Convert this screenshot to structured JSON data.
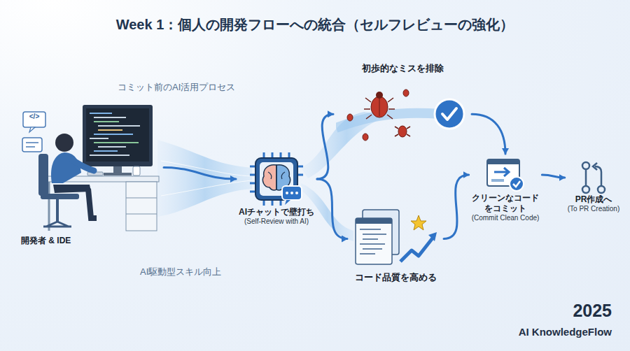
{
  "diagram": {
    "title": "Week 1：個人の開発フローへの統合（セルフレビューの強化）",
    "nodes": [
      {
        "text": [
          "開発者 & IDE"
        ]
      },
      {
        "text": [
          "AIチャットで壁打ち",
          "(Self-Review with AI)"
        ]
      },
      {
        "text": [
          "初歩的なミスを排除"
        ]
      },
      {
        "text": [
          "コード品質を高める"
        ]
      },
      {
        "text": [
          "クリーンなコード をコミット",
          "(Commit Clean Code)"
        ]
      },
      {
        "text": [
          "PR作成へ",
          "(To PR Creation)"
        ]
      }
    ],
    "edges": [
      {
        "from": 0,
        "to": 1,
        "arrow": "to"
      },
      {
        "from": 1,
        "to": 2,
        "arrow": "to"
      },
      {
        "from": 1,
        "to": 3,
        "arrow": "to"
      },
      {
        "from": 2,
        "to": 4,
        "arrow": "to"
      },
      {
        "from": 3,
        "to": 4,
        "arrow": "to"
      },
      {
        "from": 4,
        "to": 5,
        "arrow": "to"
      }
    ],
    "labels": [
      "コミット前のAI活用プロセス",
      "AI駆動型スキル向上",
      "</>",
      "2025",
      "AI KnowledgeFlow"
    ]
  }
}
